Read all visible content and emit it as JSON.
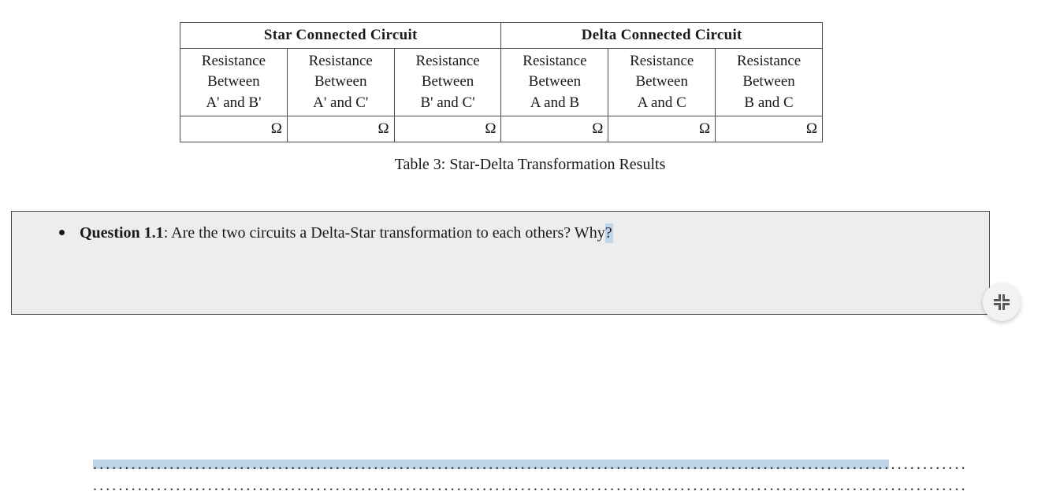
{
  "table": {
    "groups": [
      {
        "label": "Star Connected Circuit"
      },
      {
        "label": "Delta Connected Circuit"
      }
    ],
    "columns": [
      {
        "l1": "Resistance",
        "l2": "Between",
        "l3": "A' and B'",
        "unit": "Ω"
      },
      {
        "l1": "Resistance",
        "l2": "Between",
        "l3": "A' and C'",
        "unit": "Ω"
      },
      {
        "l1": "Resistance",
        "l2": "Between",
        "l3": "B' and C'",
        "unit": "Ω"
      },
      {
        "l1": "Resistance",
        "l2": "Between",
        "l3": "A and B",
        "unit": "Ω"
      },
      {
        "l1": "Resistance",
        "l2": "Between",
        "l3": "A and C",
        "unit": "Ω"
      },
      {
        "l1": "Resistance",
        "l2": "Between",
        "l3": "B and C",
        "unit": "Ω"
      }
    ],
    "caption": "Table 3: Star-Delta Transformation Results"
  },
  "question_box": {
    "label": "Question 1.1",
    "separator": ": ",
    "text_before_selection": "Are the two circuits a Delta-Star transformation to each others?  Why",
    "selected_text": "?",
    "answer_lines": [
      {
        "dots": "........................................................................................................................................................................................................................................................................."
      },
      {
        "dots": "........................................................................................................................................................................................................................................................................."
      }
    ]
  },
  "colors": {
    "selection_highlight": "#bed5ea",
    "box_background": "#ededed",
    "box_border": "#4a4a4a",
    "table_border": "#4d4d4d",
    "page_background": "#ffffff",
    "icon_stroke": "#5a5a5a"
  },
  "collapse_button": {
    "icon": "collapse-arrows-icon"
  }
}
